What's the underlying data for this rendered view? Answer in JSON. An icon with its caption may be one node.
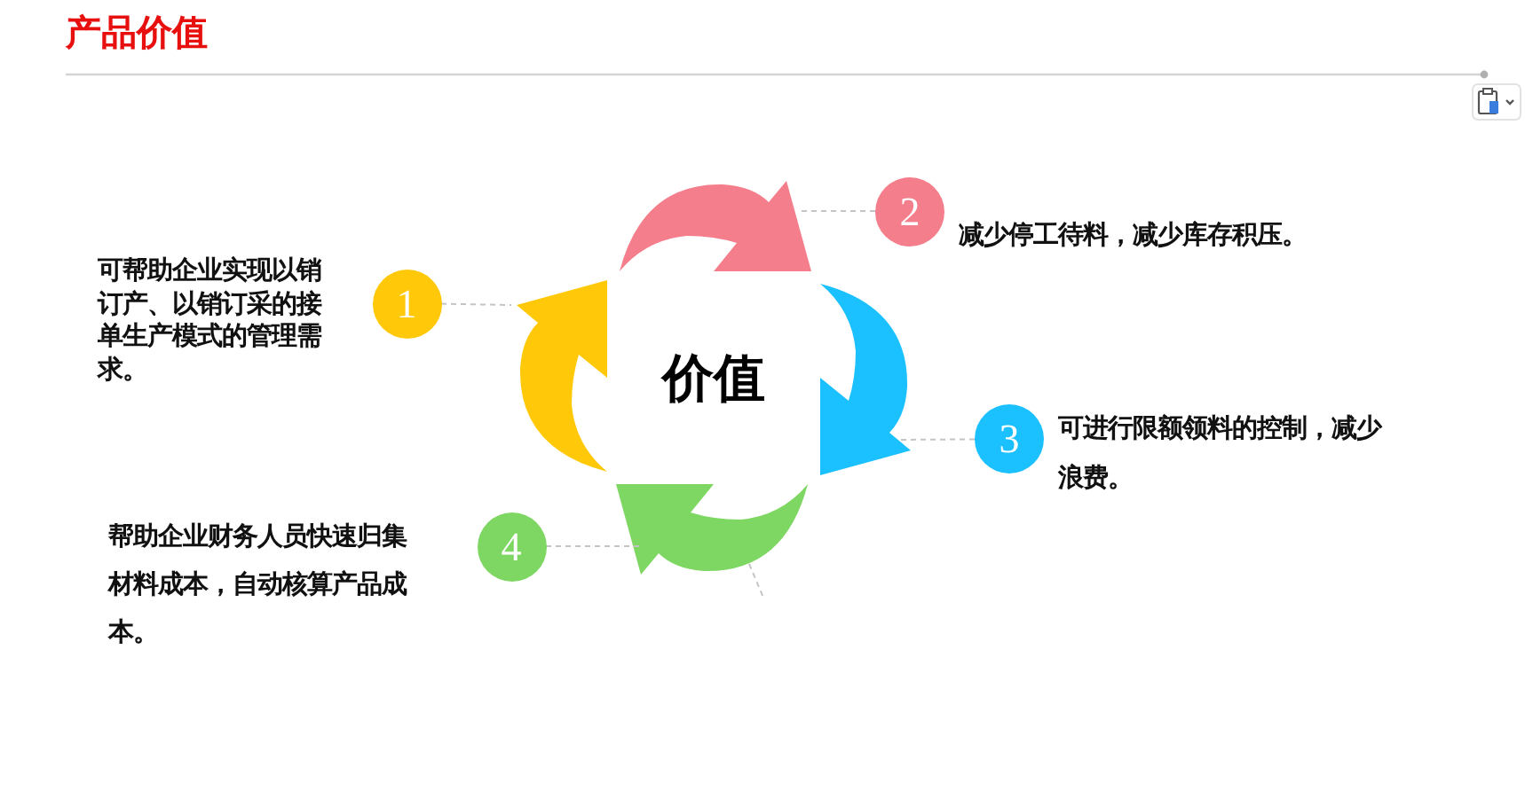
{
  "diagram": {
    "title": "产品价值",
    "nodes": [
      {
        "text": [
          "1"
        ],
        "beside": [
          "可帮助企业实现以销订产、以销订采的接单生产模式的管理需求。"
        ]
      },
      {
        "text": [
          "2"
        ],
        "beside": [
          "减少停工待料，减少库存积压。"
        ]
      },
      {
        "text": [
          "3"
        ],
        "beside": [
          "可进行限额领料的控制，减少浪费。"
        ]
      },
      {
        "text": [
          "4"
        ],
        "beside": [
          "帮助企业财务人员快速归集材料成本，自动核算产品成本。"
        ]
      },
      {
        "text": [],
        "shape": "arrow"
      },
      {
        "text": [],
        "shape": "arrow"
      },
      {
        "text": [],
        "shape": "arrow"
      },
      {
        "text": [],
        "shape": "arrow"
      }
    ],
    "edges": [
      {
        "from": 0,
        "to": 4,
        "arrow": "none",
        "style": "dashed"
      },
      {
        "from": 1,
        "to": 5,
        "arrow": "none",
        "style": "dashed"
      },
      {
        "from": 2,
        "to": 6,
        "arrow": "none",
        "style": "dashed"
      },
      {
        "from": 3,
        "to": 7,
        "arrow": "none",
        "style": "dashed"
      },
      {
        "from": 7,
        "to": null,
        "arrow": "none",
        "style": "dashed"
      }
    ],
    "labels": [
      "价值"
    ]
  }
}
